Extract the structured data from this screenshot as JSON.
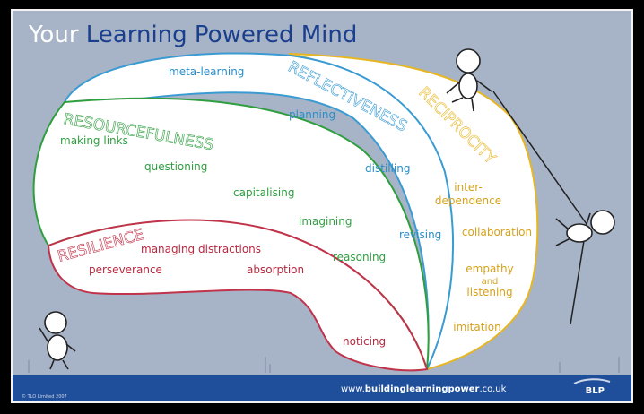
{
  "title": {
    "part1": "Your ",
    "part2": "Learning Powered Mind"
  },
  "dispositions": {
    "reflectiveness": {
      "heading": "REFLECTIVENESS",
      "color": "#3a9bd2",
      "items": [
        "meta-learning",
        "planning",
        "distilling",
        "revising"
      ]
    },
    "resourcefulness": {
      "heading": "RESOURCEFULNESS",
      "color": "#2f9e3f",
      "items": [
        "making links",
        "questioning",
        "capitalising",
        "imagining",
        "reasoning"
      ]
    },
    "resilience": {
      "heading": "RESILIENCE",
      "color": "#c0334a",
      "items": [
        "managing distractions",
        "perseverance",
        "absorption",
        "noticing"
      ]
    },
    "reciprocity": {
      "heading": "RECIPROCITY",
      "color": "#e7b623",
      "items": [
        "inter-",
        "dependence",
        "collaboration",
        "empathy",
        "and",
        "listening",
        "imitation"
      ]
    }
  },
  "footer": {
    "url_prefix": "www.",
    "url_bold": "buildinglearningpower",
    "url_suffix": ".co.uk",
    "logo": "BLP",
    "copyright": "© TLO Limited 2007"
  },
  "colors": {
    "background": "#a7b3c7",
    "footer": "#1f4e9a",
    "title_accent": "#1a3f8c"
  }
}
